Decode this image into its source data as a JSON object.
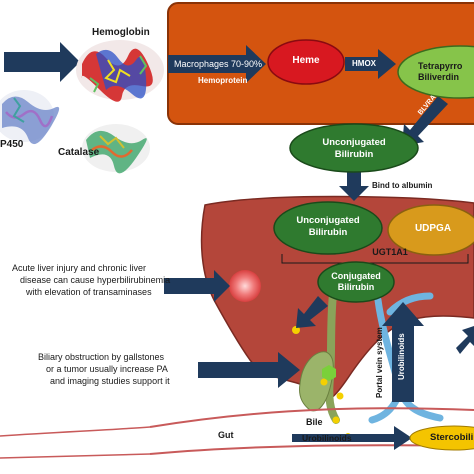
{
  "proteins": {
    "hemoglobin": "Hemoglobin",
    "p450": "P450",
    "catalase": "Catalase"
  },
  "top_panel": {
    "macrophages": "Macrophages 70-90%",
    "hemoprotein": "Hemoprotein",
    "heme": "Heme",
    "hmox": "HMOX",
    "biliverdin_line1": "Tetrapyrro",
    "biliverdin_line2": "Biliverdin",
    "blvra": "BLVRA"
  },
  "unconjugated_top": {
    "line1": "Unconjugated",
    "line2": "Bilirubin"
  },
  "bind_albumin": "Bind to albumin",
  "liver": {
    "unconjugated": {
      "line1": "Unconjugated",
      "line2": "Bilirubin"
    },
    "udpga": "UDPGA",
    "ugt1a1": "UGT1A1",
    "conjugated": {
      "line1": "Conjugated",
      "line2": "Bilirubin"
    }
  },
  "notes": {
    "injury_line1": "Acute liver injury and chronic liver",
    "injury_line2": "disease can cause hyperbilirubinemia",
    "injury_line3": "with elevation of transaminases",
    "obstruction_line1": "Biliary obstruction by gallstones",
    "obstruction_line2": "or a tumor usually increase PA",
    "obstruction_line3": "and imaging studies support it"
  },
  "labels": {
    "bile": "Bile",
    "gut": "Gut",
    "urobilinoids_gut": "Urobilinoids",
    "portal_vein": "Portal vein system",
    "urobilinoids_vertical": "Urobilinoids",
    "stercobilin": "Stercobili"
  },
  "colors": {
    "top_panel": "#d4540f",
    "liver": "#b4463a",
    "arrow": "#1f3a5c",
    "green_ellipse": "#2f7a2f",
    "heme_red": "#d81820",
    "biliverdin_green": "#86c44a",
    "udpga_orange": "#d89a1c",
    "stercobilin_yellow": "#f4c400"
  }
}
